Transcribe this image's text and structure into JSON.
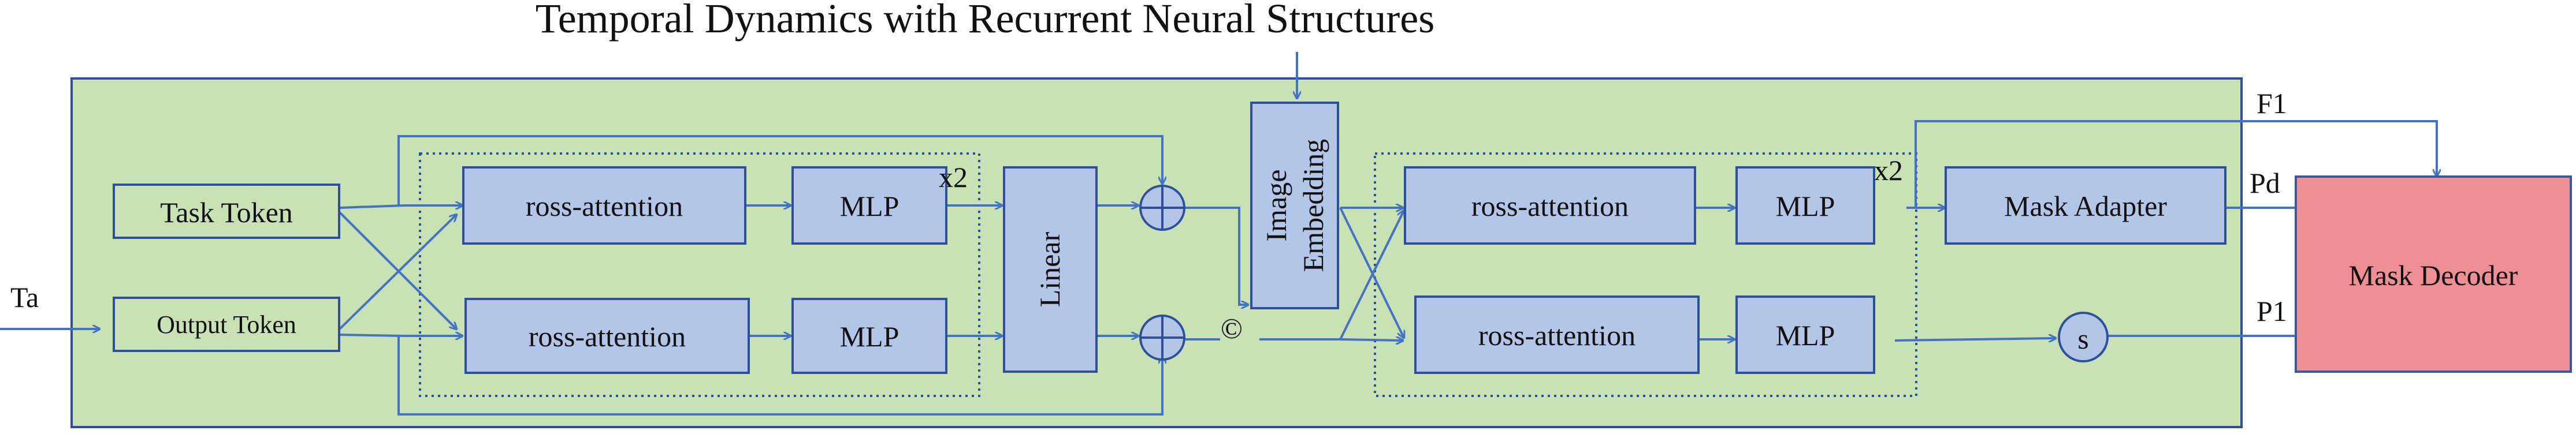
{
  "title": "Temporal Dynamics with Recurrent Neural Structures",
  "blocks": {
    "task_token": "Task Token",
    "output_token": "Output Token",
    "cross_attention_top_left": "ross-attention",
    "cross_attention_bottom_left": "ross-attention",
    "mlp_top_left": "MLP",
    "mlp_bottom_left": "MLP",
    "linear": "Linear",
    "image_embedding_line1": "Image",
    "image_embedding_line2": "Embedding",
    "cross_attention_top_right": "ross-attention",
    "cross_attention_bottom_right": "ross-attention",
    "mlp_top_right": "MLP",
    "mlp_bottom_right": "MLP",
    "mask_adapter": "Mask Adapter",
    "mask_decoder": "Mask Decoder",
    "s_node": "s"
  },
  "labels": {
    "ta": "Ta",
    "x2_left": "x2",
    "x2_right": "x2",
    "concat": "©",
    "f1": "F1",
    "pd": "Pd",
    "p1": "P1"
  },
  "colors": {
    "outer_panel": "#c8e2b6",
    "block_fill": "#b3c6e8",
    "block_stroke": "#2f4f9c",
    "wire": "#4472c4",
    "mask_decoder_fill": "#ee8e95",
    "mask_decoder_stroke": "#3a5aa0",
    "token_fill": "#c8e2b6"
  }
}
